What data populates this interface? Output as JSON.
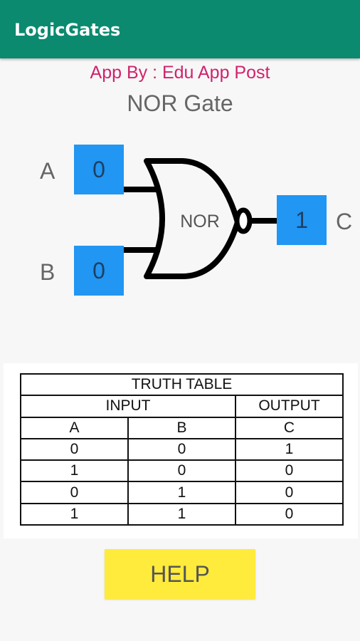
{
  "appbar": {
    "title": "LogicGates"
  },
  "credit": "App By : Edu App Post",
  "gate": {
    "title": "NOR Gate",
    "symbol_label": "NOR",
    "input_a": {
      "letter": "A",
      "value": "0"
    },
    "input_b": {
      "letter": "B",
      "value": "0"
    },
    "output_c": {
      "letter": "C",
      "value": "1"
    }
  },
  "truth_table": {
    "title": "TRUTH TABLE",
    "input_header": "INPUT",
    "output_header": "OUTPUT",
    "columns": [
      "A",
      "B",
      "C"
    ],
    "rows": [
      [
        "0",
        "0",
        "1"
      ],
      [
        "1",
        "0",
        "0"
      ],
      [
        "0",
        "1",
        "0"
      ],
      [
        "1",
        "1",
        "0"
      ]
    ]
  },
  "help_button": {
    "label": "HELP"
  },
  "colors": {
    "appbar": "#0b8a70",
    "credit_text": "#d0236d",
    "bit_button": "#2196f3",
    "help_button": "#ffeb3b"
  }
}
